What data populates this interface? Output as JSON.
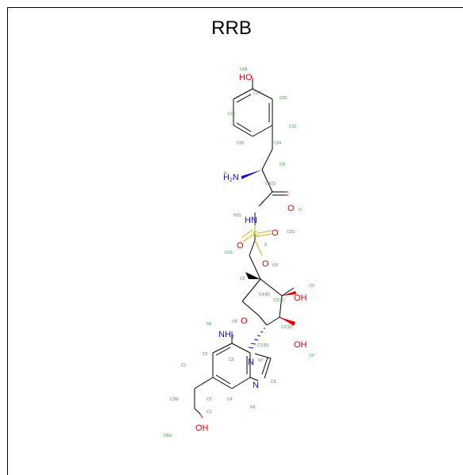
{
  "title": "RRB",
  "colors": {
    "carbon_bond": "#000000",
    "oxygen": "#e00000",
    "nitrogen": "#1010d0",
    "sulfur": "#c8b400",
    "atom_label": "#3b9c3b"
  },
  "atoms": {
    "ho_top": "HO",
    "h2n": "H2N",
    "nh": "HN",
    "o_carbonyl": "O",
    "o_s_left": "O",
    "s": "S",
    "o_s_right": "O",
    "o_ester": "O",
    "o_ring": "O",
    "oh_upper": "OH",
    "oh_lower": "OH",
    "nh2": "NH2",
    "n_ring": "N",
    "n_imine": "N",
    "oh_bottom": "OH"
  },
  "labels": {
    "o08": "O08",
    "c07": "C07",
    "c09": "C09",
    "c06": "C06",
    "c10": "C10",
    "c05": "C05",
    "c04": "C04",
    "cb": "CB",
    "n": "N",
    "ca": "CA(S)",
    "c": "C",
    "o": "O",
    "n3s": "N3S",
    "o2s": "O2S",
    "s_lbl": "S",
    "o1s": "O1S",
    "o5p": "O5'",
    "c5p": "C5'",
    "o3p": "O3'",
    "c4p": "C4'(R)",
    "c3p": "C3'(S)",
    "o4p": "O4'",
    "c2p": "C2'(R)",
    "c1p": "C1'(R)",
    "o2p": "O2'",
    "n6": "N6",
    "c6": "C6",
    "c5": "C5",
    "n7": "N7",
    "c1": "C1",
    "c8": "C8",
    "c2m": "C2M",
    "c2": "C2",
    "c4": "C4",
    "c3": "C3",
    "n9": "N9",
    "om2": "OM2"
  }
}
